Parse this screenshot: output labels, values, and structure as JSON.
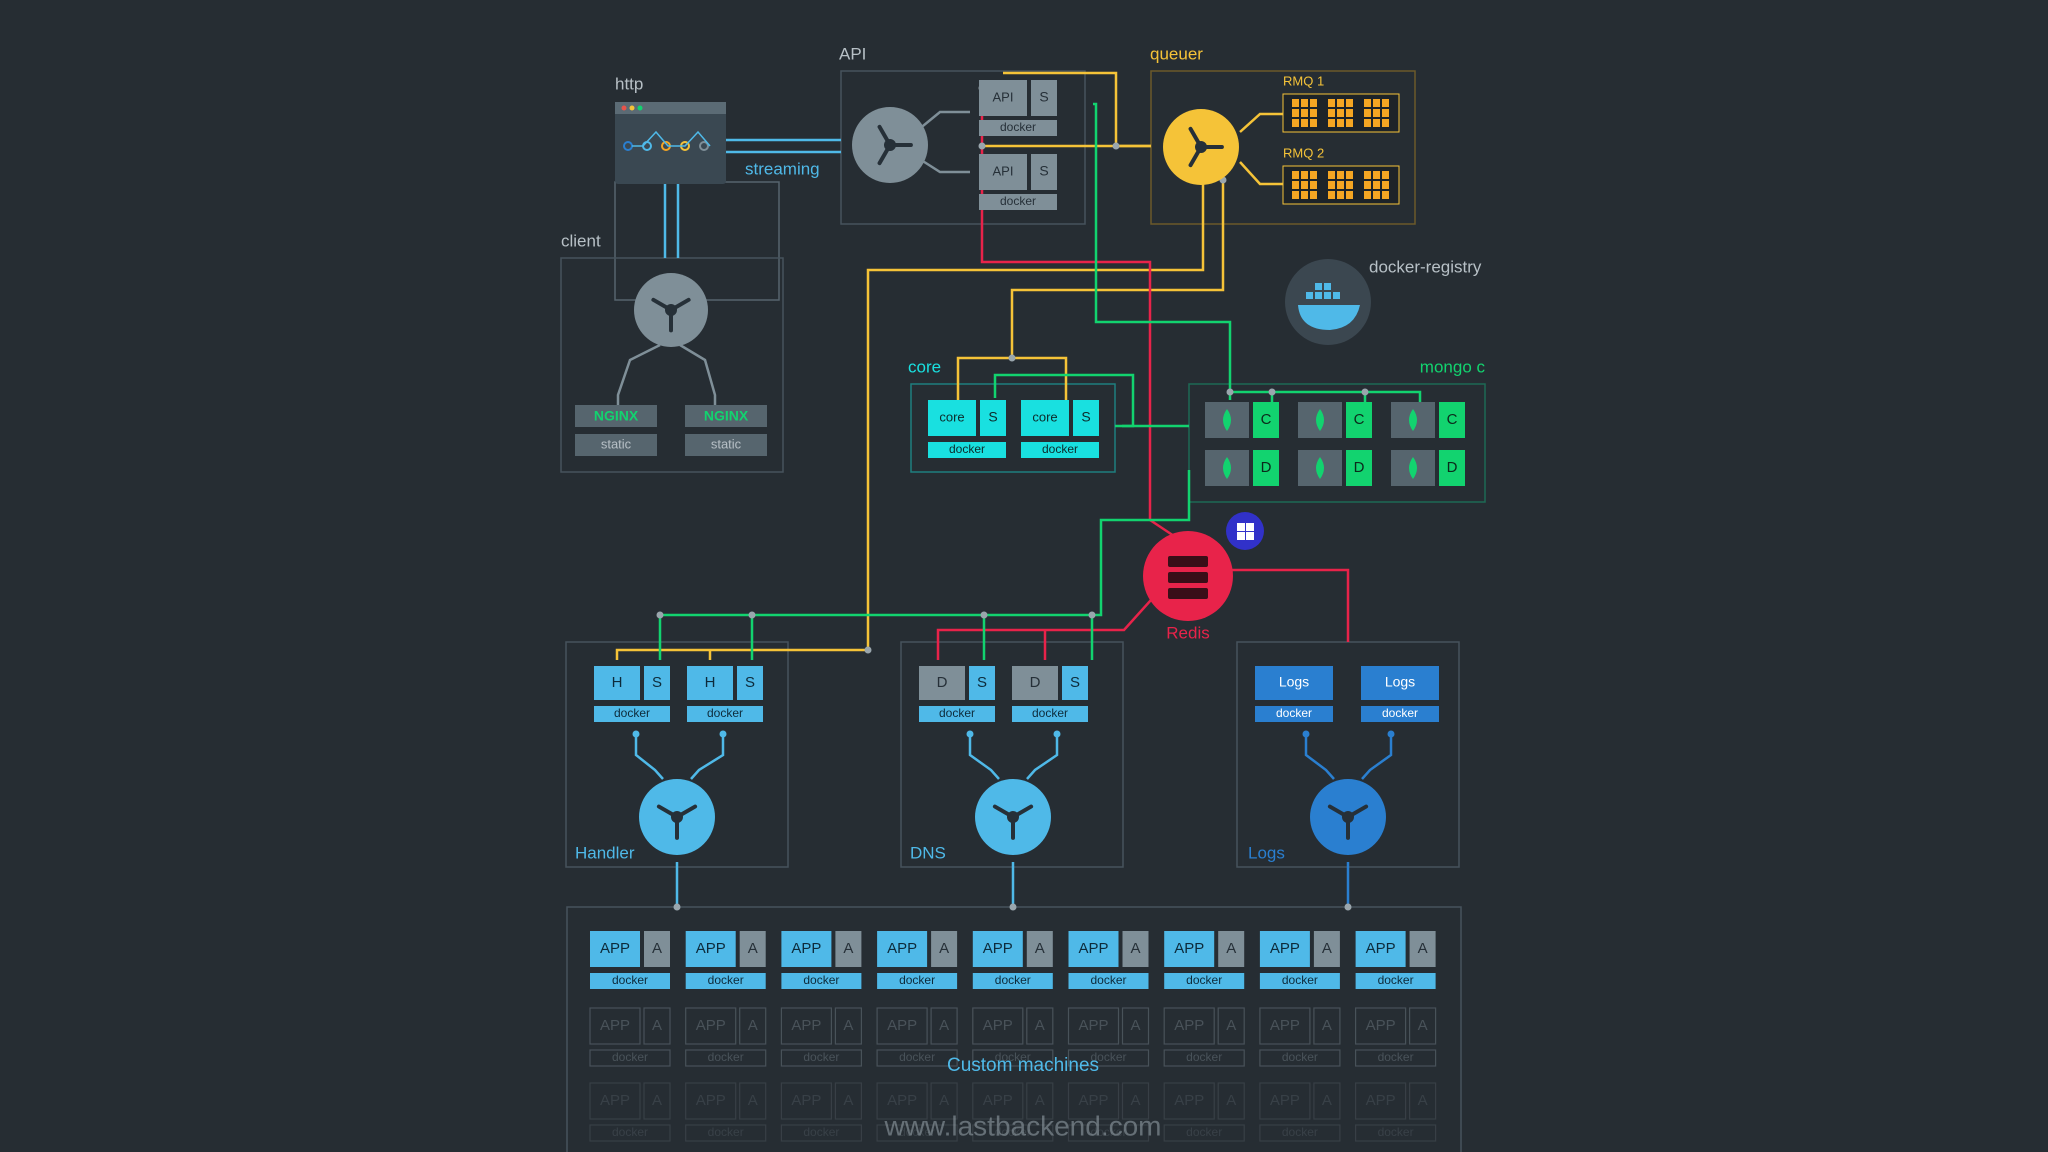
{
  "colors": {
    "background": "#262d33",
    "panel_border": "#46535c",
    "gray": "#7f8f98",
    "gray_dark": "#56656e",
    "blue": "#4fb9e8",
    "blue_dark": "#2a7fd0",
    "yellow": "#f5c338",
    "orange": "#f5a623",
    "green": "#12d36f",
    "cyan": "#19e0e0",
    "red": "#e8234a",
    "purple": "#3131c9",
    "text_gray": "#b7c0c6"
  },
  "labels": {
    "http": "http",
    "streaming": "streaming",
    "client": "client",
    "api": "API",
    "queuer": "queuer",
    "rmq1": "RMQ 1",
    "rmq2": "RMQ 2",
    "docker_registry": "docker-registry",
    "core": "core",
    "mongo": "mongo c",
    "redis": "Redis",
    "handler": "Handler",
    "dns": "DNS",
    "logs": "Logs",
    "custom_machines": "Custom machines",
    "watermark": "www.lastbackend.com"
  },
  "boxes": {
    "docker": "docker",
    "api": "API",
    "s": "S",
    "core": "core",
    "nginx": "NGINX",
    "static": "static",
    "c": "C",
    "d": "D",
    "h": "H",
    "logs": "Logs",
    "app": "APP",
    "a": "A"
  },
  "icons": {
    "http_window": "browser-window-icon",
    "balancer": "load-balancer-icon",
    "docker_registry": "docker-whale-icon",
    "mongo_leaf": "mongodb-leaf-icon",
    "redis": "redis-stack-icon",
    "windows": "windows-logo-icon"
  }
}
